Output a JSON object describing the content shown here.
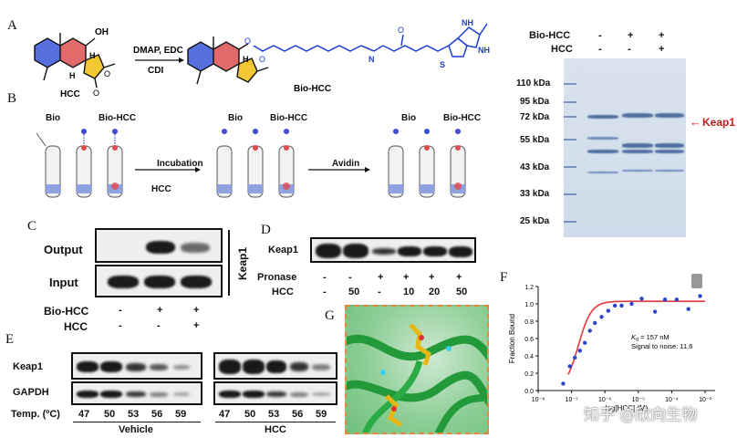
{
  "panels": {
    "A": "A",
    "B": "B",
    "C": "C",
    "D": "D",
    "E": "E",
    "F": "F",
    "G": "G"
  },
  "panelA": {
    "compound1": "HCC",
    "compound2": "Bio-HCC",
    "reagent1": "DMAP, EDC",
    "reagent2": "CDI",
    "oh": "OH",
    "h1": "H",
    "h2": "H",
    "h3": "H",
    "n1": "N",
    "n2": "NH",
    "n3": "NH",
    "s": "S",
    "o1": "O",
    "o2": "O",
    "o3": "O",
    "o4": "O",
    "o5": "O"
  },
  "panelB": {
    "tube_bio": "Bio",
    "tube_biohcc": "Bio-HCC",
    "step1": "Incubation",
    "step2": "Avidin",
    "hcc": "HCC"
  },
  "gel": {
    "conditions": [
      {
        "name": "Bio-HCC",
        "values": [
          "-",
          "+",
          "+"
        ]
      },
      {
        "name": "HCC",
        "values": [
          "-",
          "-",
          "+"
        ]
      }
    ],
    "markers": [
      "110 kDa",
      "95 kDa",
      "72 kDa",
      "55 kDa",
      "43 kDa",
      "33 kDa",
      "25 kDa"
    ],
    "target": "Keap1"
  },
  "panelC": {
    "rows": [
      "Output",
      "Input"
    ],
    "protein": "Keap1",
    "conditions": [
      {
        "name": "Bio-HCC",
        "values": [
          "-",
          "+",
          "+"
        ]
      },
      {
        "name": "HCC",
        "values": [
          "-",
          "-",
          "+"
        ]
      }
    ]
  },
  "panelD": {
    "protein": "Keap1",
    "conditions": [
      {
        "name": "Pronase",
        "values": [
          "-",
          "-",
          "+",
          "+",
          "+",
          "+"
        ]
      },
      {
        "name": "HCC",
        "values": [
          "-",
          "50",
          "-",
          "10",
          "20",
          "50"
        ]
      }
    ]
  },
  "panelE": {
    "rows": [
      "Keap1",
      "GAPDH"
    ],
    "temp_label": "Temp. (ºC)",
    "temps": [
      "47",
      "50",
      "53",
      "56",
      "59",
      "47",
      "50",
      "53",
      "56",
      "59"
    ],
    "groups": [
      "Vehicle",
      "HCC"
    ]
  },
  "chart_data": {
    "type": "scatter",
    "ylabel": "Fraction Bound",
    "xlabel": "log[HCC] (M)",
    "yticks": [
      "0.0",
      "0.2",
      "0.4",
      "0.6",
      "0.8",
      "1.0",
      "1.2"
    ],
    "xticks": [
      "10⁻⁸",
      "10⁻⁷",
      "10⁻⁶",
      "10⁻⁵",
      "10⁻⁴",
      "10⁻³"
    ],
    "ylim": [
      0,
      1.2
    ],
    "xlim": [
      -8,
      -2.7
    ],
    "kd": "K_d = 157 nM",
    "kd_label": "K",
    "kd_sub": "d",
    "kd_value": " = 157 nM",
    "snr": "Signal to noise: 11.6",
    "x": [
      -7.25,
      -7.05,
      -6.9,
      -6.75,
      -6.6,
      -6.45,
      -6.3,
      -6.1,
      -5.9,
      -5.7,
      -5.5,
      -5.2,
      -4.9,
      -4.5,
      -4.2,
      -3.85,
      -3.5,
      -3.15
    ],
    "y": [
      0.08,
      0.28,
      0.38,
      0.46,
      0.55,
      0.69,
      0.78,
      0.85,
      0.92,
      0.98,
      0.98,
      1.0,
      1.06,
      0.91,
      1.05,
      1.05,
      0.94,
      1.09
    ],
    "fit_color": "#e43a3a",
    "point_color": "#2b46c9"
  },
  "watermark": "知乎 @欣向生物"
}
